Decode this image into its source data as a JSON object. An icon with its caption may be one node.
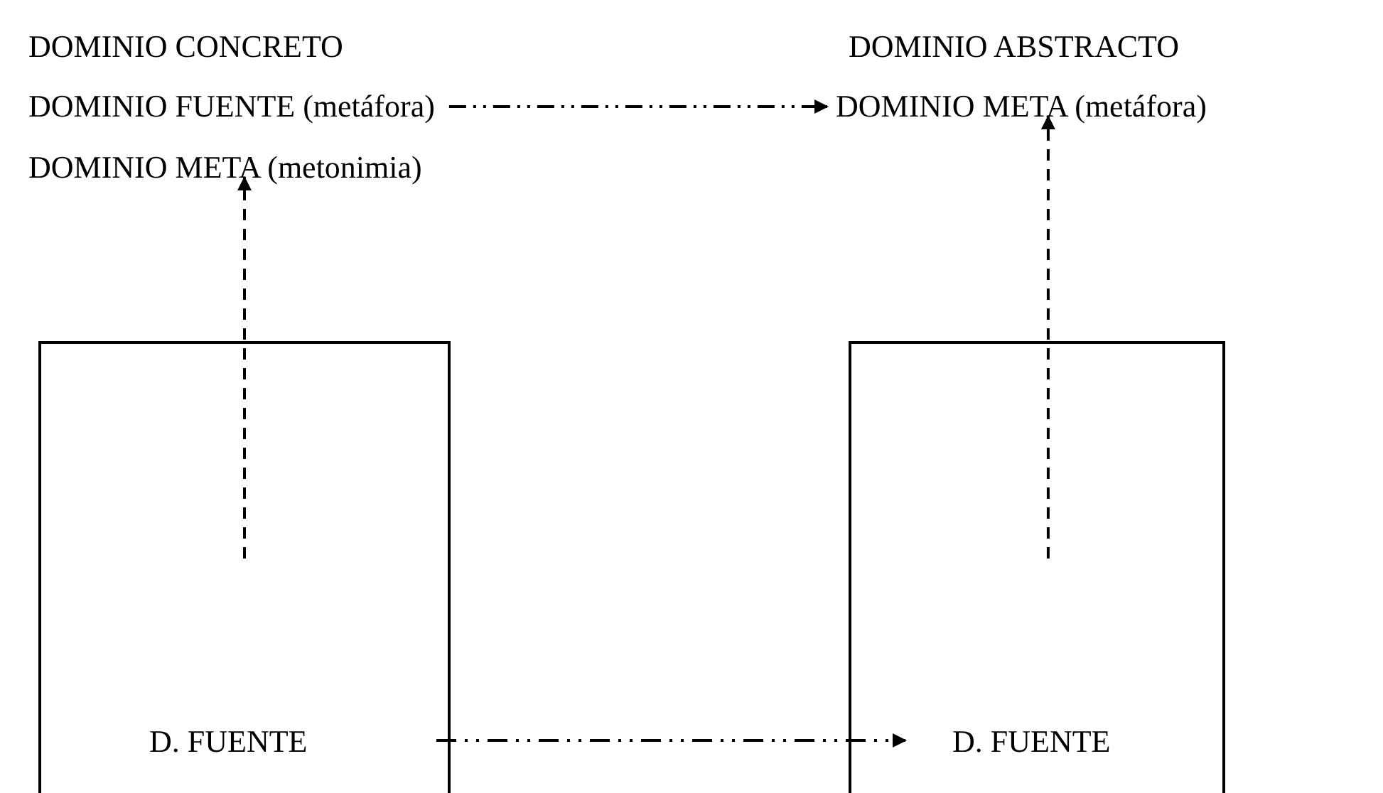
{
  "diagram": {
    "nodes": [
      {
        "text": [
          "DOMINIO FUENTE (metáfora)"
        ]
      },
      {
        "text": [
          "DOMINIO META (metáfora)"
        ]
      },
      {
        "text": [
          "DOMINIO META (metonimia)"
        ]
      },
      {
        "text": [
          "D. FUENTE"
        ]
      },
      {
        "text": [
          "D. FUENTE"
        ]
      }
    ],
    "edges": [
      {
        "from": 0,
        "to": 1,
        "arrow": "to",
        "style": "dashed"
      },
      {
        "from": 3,
        "to": 2,
        "arrow": "to",
        "style": "dashed"
      },
      {
        "from": 4,
        "to": 1,
        "arrow": "to",
        "style": "dashed"
      },
      {
        "from": 3,
        "to": 4,
        "arrow": "to",
        "style": "dashed"
      }
    ],
    "labels": [
      "DOMINIO CONCRETO",
      "DOMINIO ABSTRACTO"
    ]
  }
}
